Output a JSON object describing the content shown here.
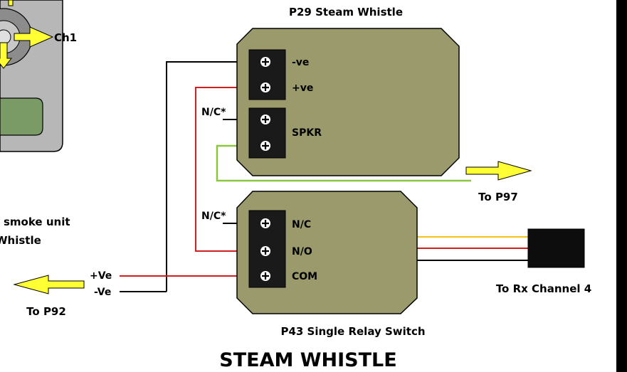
{
  "title": "STEAM WHISTLE",
  "whistle_module": {
    "name": "P29 Steam Whistle",
    "terminals": [
      "-ve",
      "+ve",
      "SPKR"
    ],
    "nc_label": "N/C*"
  },
  "relay_module": {
    "name": "P43 Single Relay Switch",
    "terminals": [
      "N/C",
      "N/O",
      "COM"
    ],
    "nc_label": "N/C*"
  },
  "transmitter": {
    "channel_label": "Ch1"
  },
  "left_text": {
    "line1": "smoke unit",
    "line2": "Whistle"
  },
  "connections": {
    "to_p97": "To P97",
    "to_p92": "To P92",
    "to_rx": "To Rx Channel 4",
    "plus_ve": "+Ve",
    "minus_ve": "-Ve"
  },
  "colors": {
    "module_fill": "#9a9a6c",
    "wire_red": "#d01f1f",
    "wire_black": "#000000",
    "wire_green": "#8cc63f",
    "wire_yellow": "#f4c31a",
    "arrow_yellow": "#ffff33"
  }
}
